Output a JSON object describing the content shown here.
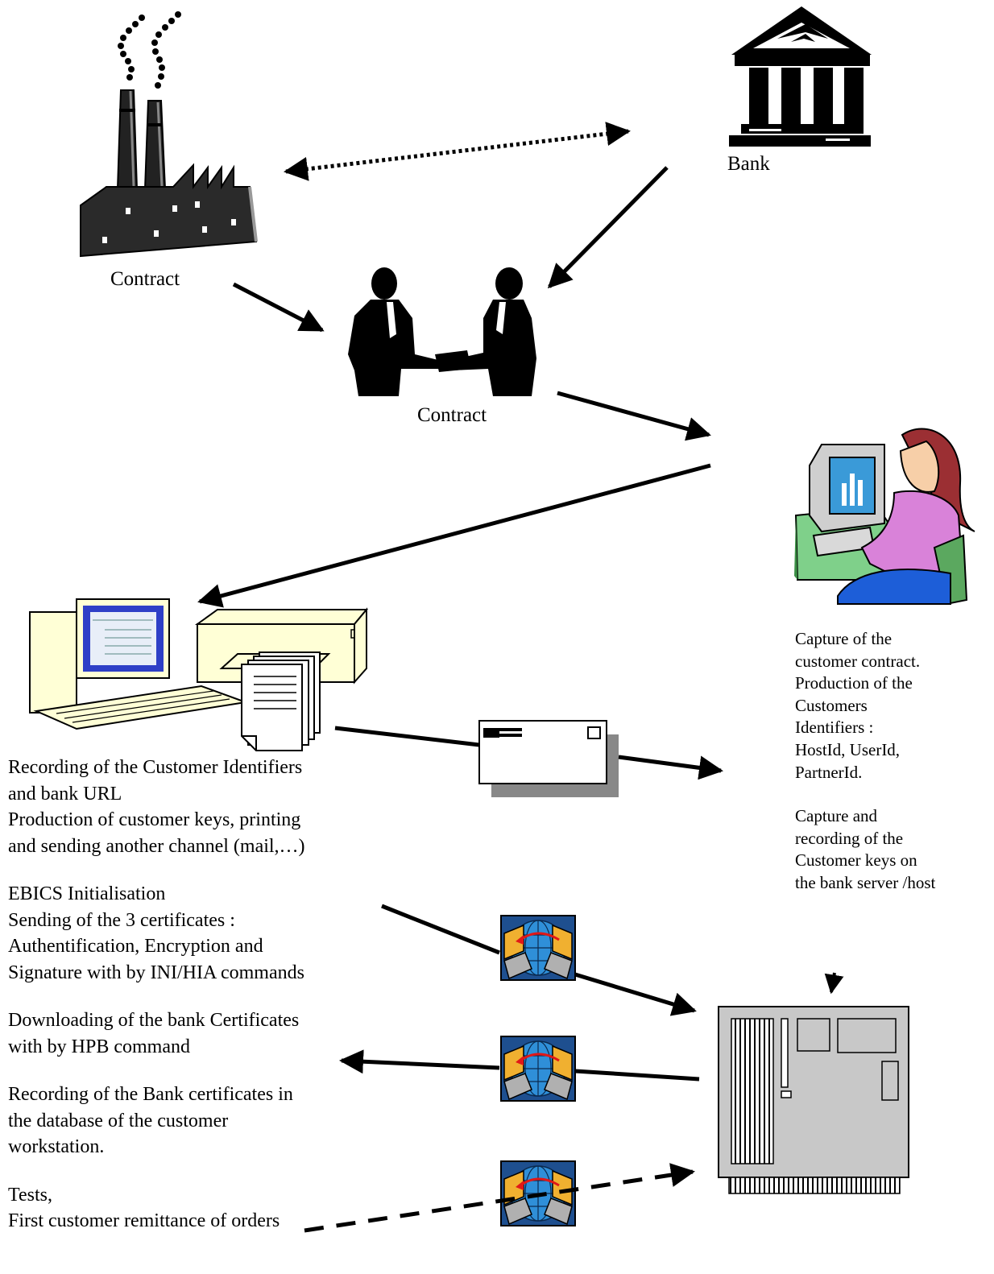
{
  "labels": {
    "bank": "Bank",
    "factory_contract": "Contract",
    "handshake_contract": "Contract"
  },
  "left_steps": [
    [
      "Recording of the Customer Identifiers",
      "and bank URL",
      "Production of customer keys, printing",
      "and sending another channel (mail,…)"
    ],
    [
      "EBICS Initialisation",
      "Sending of the 3 certificates :",
      "Authentification, Encryption and",
      "Signature with by INI/HIA commands"
    ],
    [
      "Downloading of the bank Certificates",
      "with by HPB command"
    ],
    [
      "Recording of the Bank certificates  in",
      "the database of the customer",
      "workstation."
    ],
    [
      "Tests,",
      "First customer remittance of orders"
    ]
  ],
  "right_steps": [
    [
      "Capture of the",
      "customer contract.",
      "Production of the",
      "Customers",
      "Identifiers :",
      "HostId, UserId,",
      "PartnerId."
    ],
    [
      "Capture and",
      "recording of the",
      "Customer keys on",
      "the bank server /host"
    ]
  ],
  "icons": [
    "factory-icon",
    "bank-icon",
    "handshake-icon",
    "bank-employee-icon",
    "customer-workstation-icon",
    "printer-icon",
    "documents-icon",
    "envelope-icon",
    "ebics-network-icon",
    "bank-server-icon"
  ]
}
